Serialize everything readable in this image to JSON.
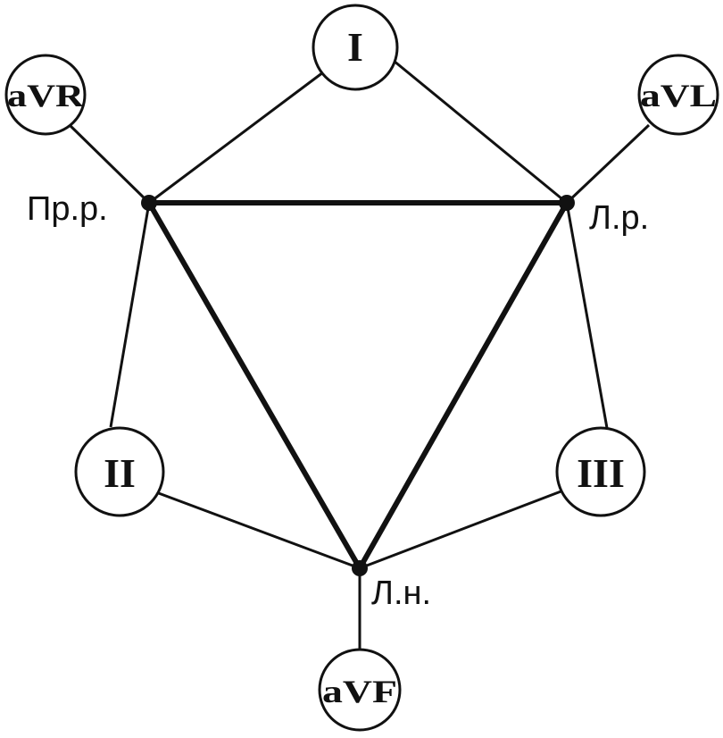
{
  "diagram": {
    "points": {
      "right_arm": "Пр.р.",
      "left_arm": "Л.р.",
      "left_leg": "Л.н."
    },
    "leads": {
      "lead_I": "I",
      "lead_II": "II",
      "lead_III": "III",
      "avr": "aVR",
      "avl": "aVL",
      "avf": "aVF"
    }
  }
}
